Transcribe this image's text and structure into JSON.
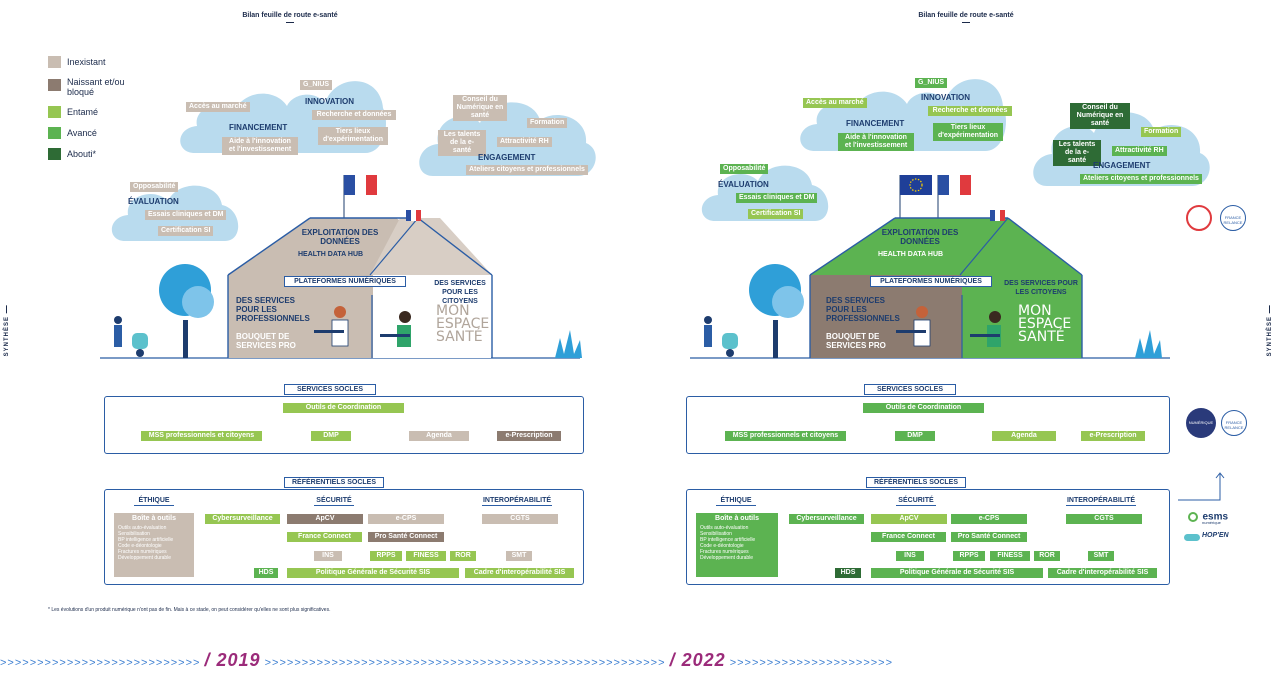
{
  "page_title": "Bilan feuille de route e-santé",
  "side_label": "SYNTHÈSE",
  "legend": [
    {
      "label": "Inexistant",
      "color": "#c9bdb2"
    },
    {
      "label": "Naissant et/ou bloqué",
      "color": "#8c7b70"
    },
    {
      "label": "Entamé",
      "color": "#96c652"
    },
    {
      "label": "Avancé",
      "color": "#5cb351"
    },
    {
      "label": "Abouti*",
      "color": "#2e6b35"
    }
  ],
  "footnote": "* Les évolutions d'un produit numérique n'ont pas de fin. Mais à ce stade, on peut considérer qu'elles ne sont plus significatives.",
  "clouds": {
    "innovation": {
      "heading": "INNOVATION",
      "gnius": "G_NIUS",
      "recherche": "Recherche et données",
      "tiers": "Tiers lieux d'expérimentation"
    },
    "financement": {
      "heading": "FINANCEMENT",
      "acces": "Accès au marché",
      "aide": "Aide à l'innovation et l'investissement"
    },
    "engagement": {
      "heading": "ENGAGEMENT",
      "conseil": "Conseil du Numérique en santé",
      "formation": "Formation",
      "talents": "Les talents de la e-santé",
      "attractivite": "Attractivité RH",
      "ateliers": "Ateliers citoyens et professionnels"
    },
    "evaluation": {
      "heading": "ÉVALUATION",
      "opposabilite": "Opposabilité",
      "essais": "Essais cliniques et DM",
      "certification": "Certification SI"
    }
  },
  "house": {
    "exploitation": "EXPLOITATION DES DONNÉES",
    "hdh": "HEALTH DATA HUB",
    "plateformes": "PLATEFORMES NUMÉRIQUES",
    "services_pro": "DES SERVICES POUR LES PROFESSIONNELS",
    "bouquet": "BOUQUET DE SERVICES PRO",
    "services_citoyens": "DES SERVICES POUR LES CITOYENS",
    "mon": "MON",
    "espace": "ESPACE",
    "sante": "SANTÉ"
  },
  "services_socles": {
    "heading": "SERVICES SOCLES",
    "outils": "Outils de Coordination",
    "mss": "MSS professionnels et citoyens",
    "dmp": "DMP",
    "agenda": "Agenda",
    "eprescription": "e-Prescription"
  },
  "referentiels": {
    "heading": "RÉFÉRENTIELS SOCLES",
    "ethique": "ÉTHIQUE",
    "securite": "SÉCURITÉ",
    "interop": "INTEROPÉRABILITÉ",
    "boite_title": "Boîte à outils",
    "boite_items": [
      "Outils auto-évaluation",
      "Sensibilisation",
      "BP intelligence artificielle",
      "Code e-déontologie",
      "Fractures numériques",
      "Développement durable"
    ],
    "cyber": "Cybersurveillance",
    "apcv": "ApCV",
    "ecps": "e-CPS",
    "cgts": "CGTS",
    "france_connect": "France Connect",
    "pro_sante": "Pro Santé Connect",
    "ins": "INS",
    "rpps": "RPPS",
    "finess": "FINESS",
    "ror": "ROR",
    "smt": "SMT",
    "hds": "HDS",
    "pgssi": "Politique Générale de Sécurité SIS",
    "cadre": "Cadre d'interopérabilité SIS"
  },
  "logos": {
    "france_relance": "FRANCE RELANCE",
    "numerique": "NUMÉRIQUE",
    "esms": "esms",
    "esms_sub": "numérique",
    "hopen": "HOP'EN"
  },
  "timeline": {
    "arrows_left": ">>>>>>>>>>>>>>>>>>>>>>>>>>>",
    "year_2019": "/ 2019",
    "arrows_mid": ">>>>>>>>>>>>>>>>>>>>>>>>>>>>>>>>>>>>>>>>>>>>>>>>>>>>>>",
    "year_2022": "/ 2022",
    "arrows_right": ">>>>>>>>>>>>>>>>>>>>>>"
  }
}
